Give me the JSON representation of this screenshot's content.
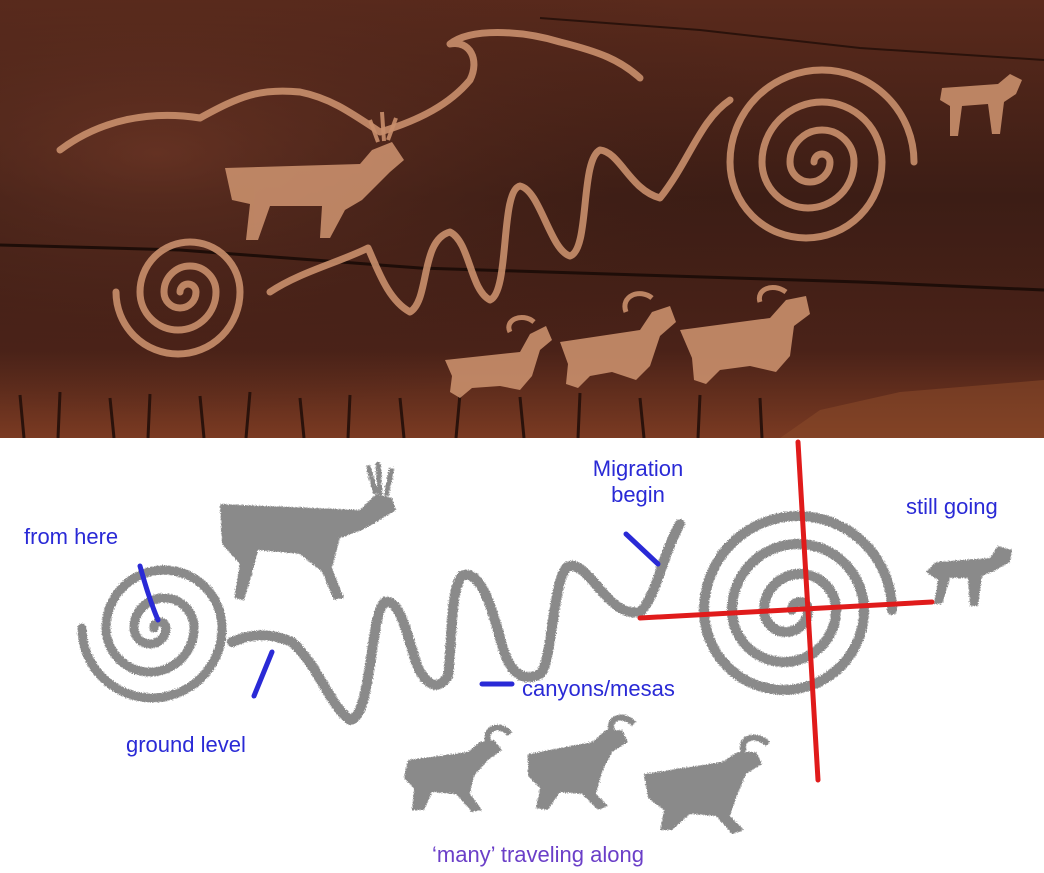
{
  "photo": {
    "subject": "petroglyph-panel-rock-face",
    "colors": {
      "rock_dark": "#3a1c14",
      "rock_mid": "#6b3524",
      "glyph": "#c98f6c"
    }
  },
  "diagram": {
    "colors": {
      "glyph": "#8a8a8a",
      "annotation_text": "#2a2ad6",
      "annotation_line": "#2a2ad6",
      "crosshair": "#e01b1b",
      "caption": "#6b3fc8"
    },
    "labels": {
      "from_here": "from here",
      "ground_level": "ground level",
      "canyons_mesas": "canyons/mesas",
      "migration_begin_line1": "Migration",
      "migration_begin_line2": "begin",
      "still_going": "still going",
      "many_traveling": "‘many’ traveling along"
    }
  }
}
